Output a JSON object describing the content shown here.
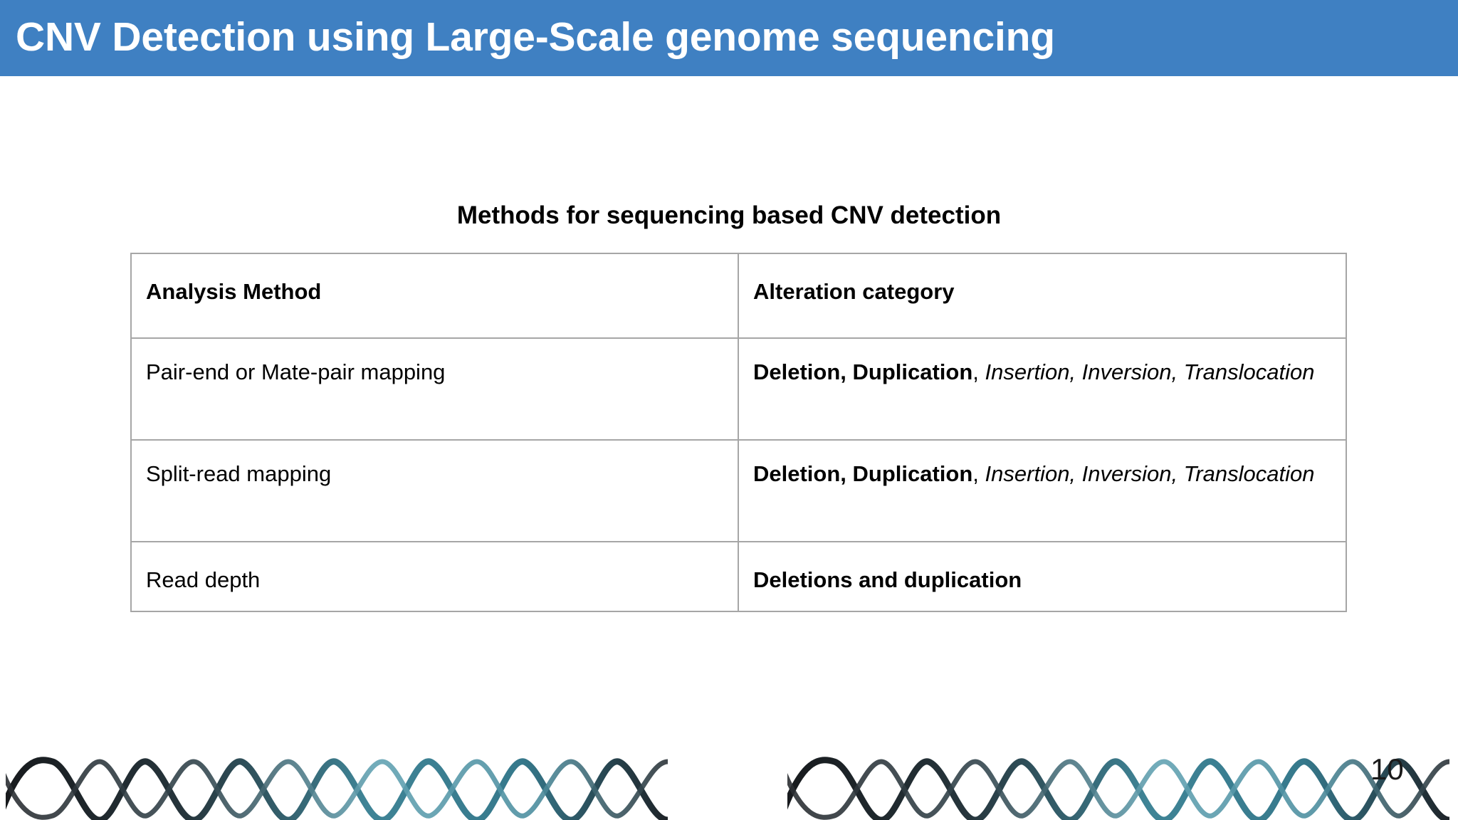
{
  "slide": {
    "title": "CNV Detection using Large-Scale genome sequencing",
    "subheading": "Methods for sequencing based CNV detection",
    "page_number": "10",
    "banner_color": "#3f80c2",
    "text_color": "#000000",
    "banner_text_color": "#ffffff",
    "table_border_color": "#a6a6a6"
  },
  "table": {
    "headers": {
      "col1": "Analysis Method",
      "col2": "Alteration category"
    },
    "rows": [
      {
        "method": "Pair-end or Mate-pair mapping",
        "category_bold": "Deletion, Duplication",
        "category_sep": ", ",
        "category_italic": "Insertion, Inversion, Translocation"
      },
      {
        "method": "Split-read mapping",
        "category_bold": "Deletion, Duplication",
        "category_sep": ", ",
        "category_italic": "Insertion, Inversion, Translocation"
      },
      {
        "method": "Read depth",
        "category_bold": "Deletions and duplication",
        "category_sep": "",
        "category_italic": ""
      }
    ]
  },
  "decorations": {
    "dna_left_name": "dna-double-helix-left",
    "dna_right_name": "dna-double-helix-right",
    "helix_dark_color": "#1c1f22",
    "helix_teal_color": "#3d7f92",
    "helix_light_color": "#6fa7b6"
  }
}
